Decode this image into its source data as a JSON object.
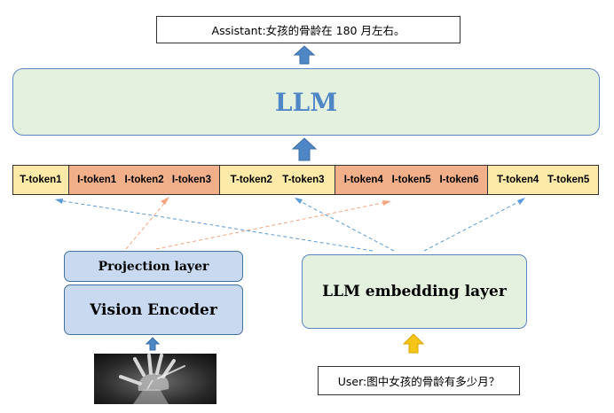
{
  "output_text": "Assistant:女孩的骨龄在 180 月左右。",
  "llm_label": "LLM",
  "token_segments": [
    {
      "kind": "text",
      "tokens": [
        "T-token1"
      ]
    },
    {
      "kind": "image",
      "tokens": [
        "I-token1",
        "I-token2",
        "I-token3"
      ]
    },
    {
      "kind": "text",
      "tokens": [
        "T-token2",
        "T-token3"
      ]
    },
    {
      "kind": "image",
      "tokens": [
        "I-token4",
        "I-token5",
        "I-token6"
      ]
    },
    {
      "kind": "text",
      "tokens": [
        "T-token4",
        "T-token5"
      ]
    }
  ],
  "projection_label": "Projection layer",
  "vision_encoder_label": "Vision Encoder",
  "embedding_label": "LLM embedding layer",
  "input_text": "User:图中女孩的骨龄有多少月？",
  "colors": {
    "text_token": "#fde9a8",
    "image_token": "#f2b08a",
    "llm_fill": "#e4f1df",
    "encoder_fill": "#c9daf0",
    "up_arrow": "#4f86c6",
    "user_arrow": "#f5c518",
    "text_link": "#5b9bd5",
    "image_link": "#f4a582"
  }
}
